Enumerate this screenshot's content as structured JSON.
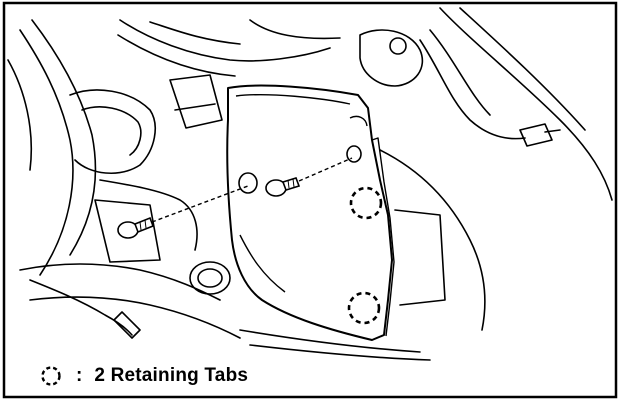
{
  "figure": {
    "line_color": "#000000",
    "background_color": "#ffffff",
    "legend": {
      "symbol_icon": "dashed-circle-icon",
      "separator": ":",
      "text": "2 Retaining Tabs"
    },
    "callouts": [
      {
        "name": "retaining-tab-upper",
        "icon": "dashed-circle-icon"
      },
      {
        "name": "retaining-tab-lower",
        "icon": "dashed-circle-icon"
      }
    ]
  }
}
